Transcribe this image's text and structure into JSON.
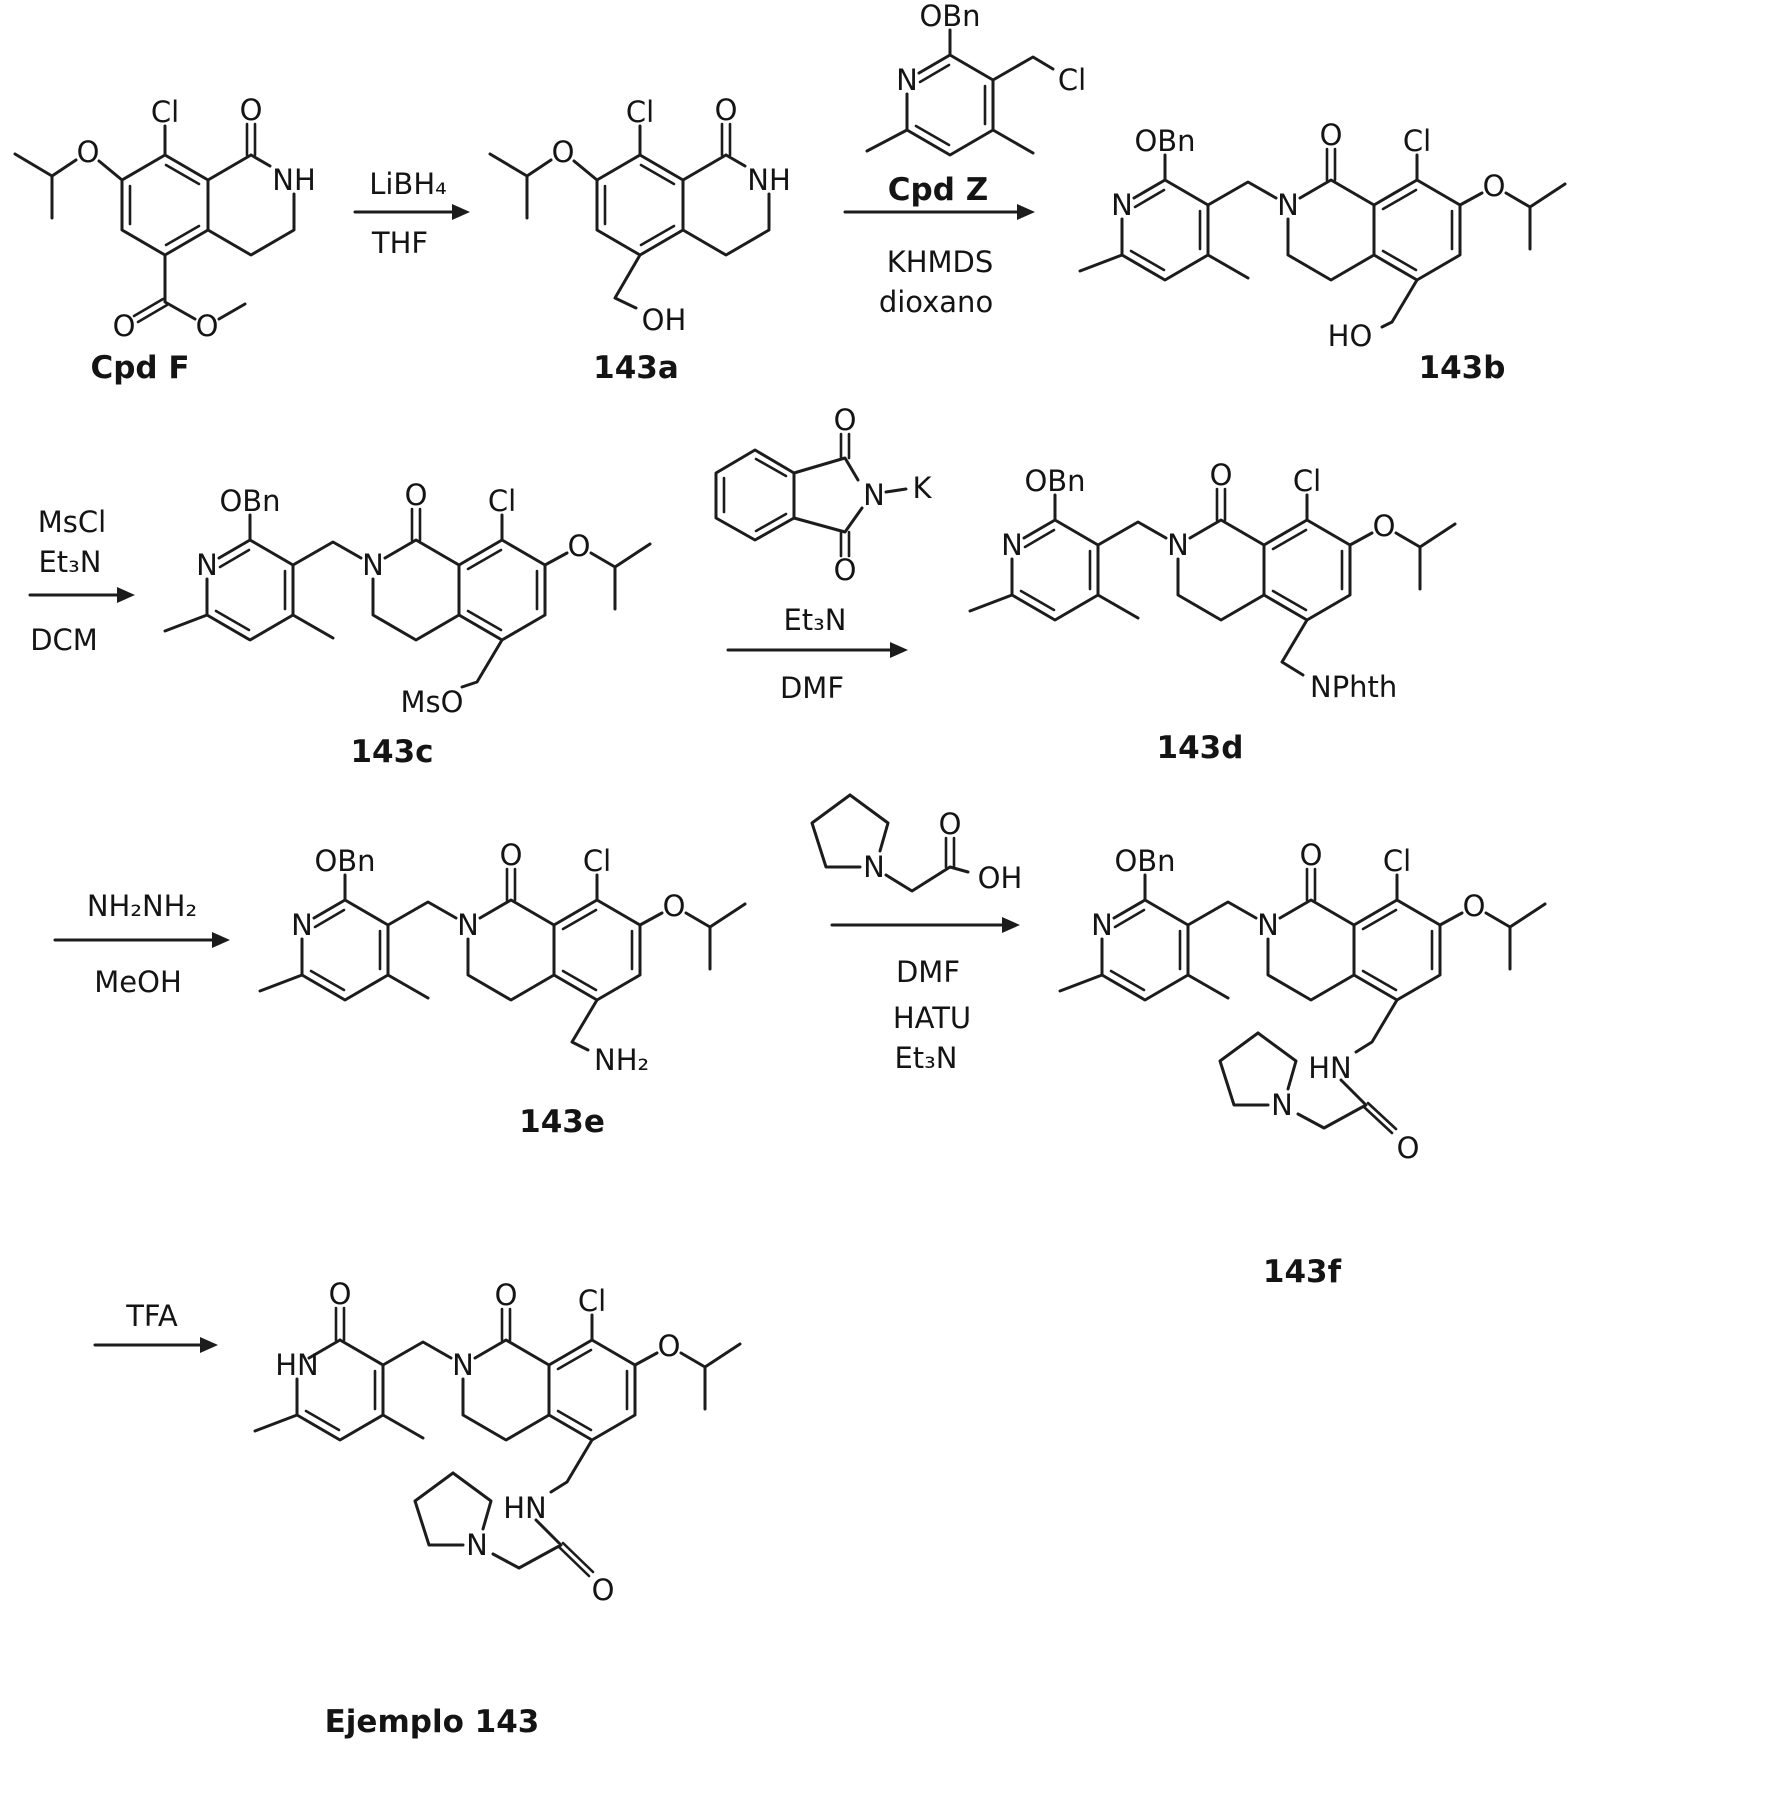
{
  "compounds": {
    "cpd_f": {
      "caption": "Cpd F",
      "atoms": {
        "cl": "Cl",
        "carbonyl_o": "O",
        "nh": "NH",
        "ether_o": "O",
        "ester_o1": "O",
        "ester_o2": "O"
      }
    },
    "c143a": {
      "caption": "143a",
      "atoms": {
        "cl": "Cl",
        "carbonyl_o": "O",
        "nh": "NH",
        "ether_o": "O",
        "oh": "OH"
      }
    },
    "cpd_z": {
      "caption": "Cpd Z",
      "atoms": {
        "obn": "OBn",
        "n": "N",
        "cl": "Cl"
      }
    },
    "c143b": {
      "caption": "143b",
      "atoms": {
        "obn": "OBn",
        "pyridine_n": "N",
        "lactam_n": "N",
        "carbonyl_o": "O",
        "cl": "Cl",
        "ether_o": "O",
        "ho": "HO"
      }
    },
    "c143c": {
      "caption": "143c",
      "atoms": {
        "obn": "OBn",
        "pyridine_n": "N",
        "lactam_n": "N",
        "carbonyl_o": "O",
        "cl": "Cl",
        "ether_o": "O",
        "mso": "MsO"
      }
    },
    "phthalimide_k": {
      "atoms": {
        "o_top": "O",
        "n": "N",
        "k": "K",
        "o_bottom": "O"
      }
    },
    "c143d": {
      "caption": "143d",
      "atoms": {
        "obn": "OBn",
        "pyridine_n": "N",
        "lactam_n": "N",
        "carbonyl_o": "O",
        "cl": "Cl",
        "ether_o": "O",
        "nphth": "NPhth"
      }
    },
    "c143e": {
      "caption": "143e",
      "atoms": {
        "obn": "OBn",
        "pyridine_n": "N",
        "lactam_n": "N",
        "carbonyl_o": "O",
        "cl": "Cl",
        "ether_o": "O",
        "nh2": "NH₂"
      }
    },
    "pyrrolidine_acid": {
      "atoms": {
        "n": "N",
        "carbonyl_o": "O",
        "oh": "OH"
      }
    },
    "c143f": {
      "caption": "143f",
      "atoms": {
        "obn": "OBn",
        "pyridine_n": "N",
        "lactam_n": "N",
        "carbonyl_o": "O",
        "cl": "Cl",
        "ether_o": "O",
        "hn": "HN",
        "amide_o": "O",
        "pyrrolidine_n": "N"
      }
    },
    "ejemplo_143": {
      "caption": "Ejemplo 143",
      "atoms": {
        "pyridone_o": "O",
        "pyridone_hn": "HN",
        "lactam_n": "N",
        "carbonyl_o": "O",
        "cl": "Cl",
        "ether_o": "O",
        "hn": "HN",
        "amide_o": "O",
        "pyrrolidine_n": "N"
      }
    }
  },
  "steps": {
    "s1": {
      "above": "LiBH₄",
      "below": "THF"
    },
    "s2": {
      "below1": "KHMDS",
      "below2": "dioxano"
    },
    "s3": {
      "above1": "MsCl",
      "above2": "Et₃N",
      "below": "DCM"
    },
    "s4": {
      "above": "Et₃N",
      "below": "DMF"
    },
    "s5": {
      "above": "NH₂NH₂",
      "below": "MeOH"
    },
    "s6": {
      "below1": "DMF",
      "below2": "HATU",
      "below3": "Et₃N"
    },
    "s7": {
      "above": "TFA"
    }
  }
}
